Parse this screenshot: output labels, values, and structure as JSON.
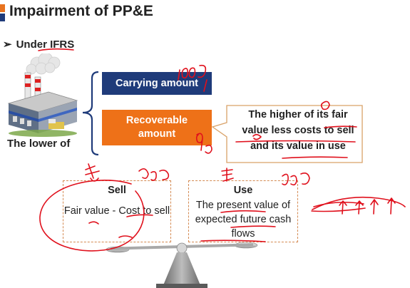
{
  "header": {
    "title": "Impairment of PP&E",
    "marker_colors": [
      "#e8731f",
      "#1f3b7a"
    ]
  },
  "bullet": {
    "marker": "➢",
    "text": "Under IFRS"
  },
  "illustration": {
    "icon": "factory-icon",
    "caption": "The lower of"
  },
  "options": {
    "carrying_amount": "Carrying amount",
    "recoverable_amount": "Recoverable amount"
  },
  "callout": {
    "text": "The higher of its fair value less costs to sell and its value in use"
  },
  "sell_box": {
    "heading": "Sell",
    "body": "Fair value - Cost to sell"
  },
  "use_box": {
    "heading": "Use",
    "body": "The present value of expected future cash flows"
  },
  "colors": {
    "navy": "#1f3b7a",
    "orange": "#ee7118",
    "annotation_red": "#e0101c",
    "dashed_border": "#d48a52"
  }
}
